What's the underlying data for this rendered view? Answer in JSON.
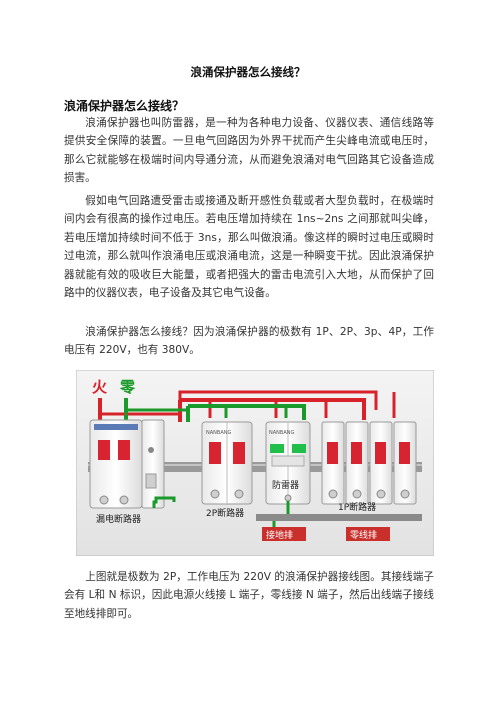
{
  "document": {
    "title": "浪涌保护器怎么接线？",
    "section_heading": "浪涌保护器怎么接线？",
    "paragraphs": [
      "浪涌保护器也叫防雷器，是一种为各种电力设备、仪器仪表、通信线路等提供安全保障的装置。一旦电气回路因为外界干扰而产生尖峰电流或电压时，那么它就能够在极端时间内导通分流，从而避免浪涌对电气回路其它设备造成损害。",
      "假如电气回路遭受雷击或接通及断开感性负载或者大型负载时，在极端时间内会有很高的操作过电压。若电压增加持续在 1ns~2ns 之间那就叫尖峰，若电压增加持续时间不低于 3ns，那么叫做浪涌。像这样的瞬时过电压或瞬时过电流，那么就叫作浪涌电压或浪涌电流，这是一种瞬变干扰。因此浪涌保护器就能有效的吸收巨大能量，或者把强大的雷击电流引入大地，从而保护了回路中的仪器仪表，电子设备及其它电气设备。",
      "浪涌保护器怎么接线？因为浪涌保护器的极数有 1P、2P、3p、4P，工作电压有 220V，也有 380V。",
      "上图就是极数为 2P，工作电压为 220V 的浪涌保护器接线图。其接线端子会有 L和 N 标识，因此电源火线接 L 端子，零线接 N 端子，然后出线端子接线至地线排即可。"
    ]
  },
  "figure": {
    "label_live": "火",
    "label_neutral": "零",
    "label_leakage_breaker": "漏电断路器",
    "label_2p_breaker": "2P断路器",
    "label_surge_protector": "防雷器",
    "label_1p_breaker": "1P断路器",
    "label_ground_bar": "接地排",
    "label_neutral_bar": "零线排",
    "breaker_brand": "NANBANG",
    "colors": {
      "live_wire": "#d8222a",
      "neutral_wire": "#1a9a2a",
      "ground_label_bg": "#c9302c",
      "neutral_label_bg": "#c9302c",
      "breaker_handle": "#d82430",
      "spd_window": "#1fbf4a",
      "rail": "#8a8a8a"
    }
  }
}
